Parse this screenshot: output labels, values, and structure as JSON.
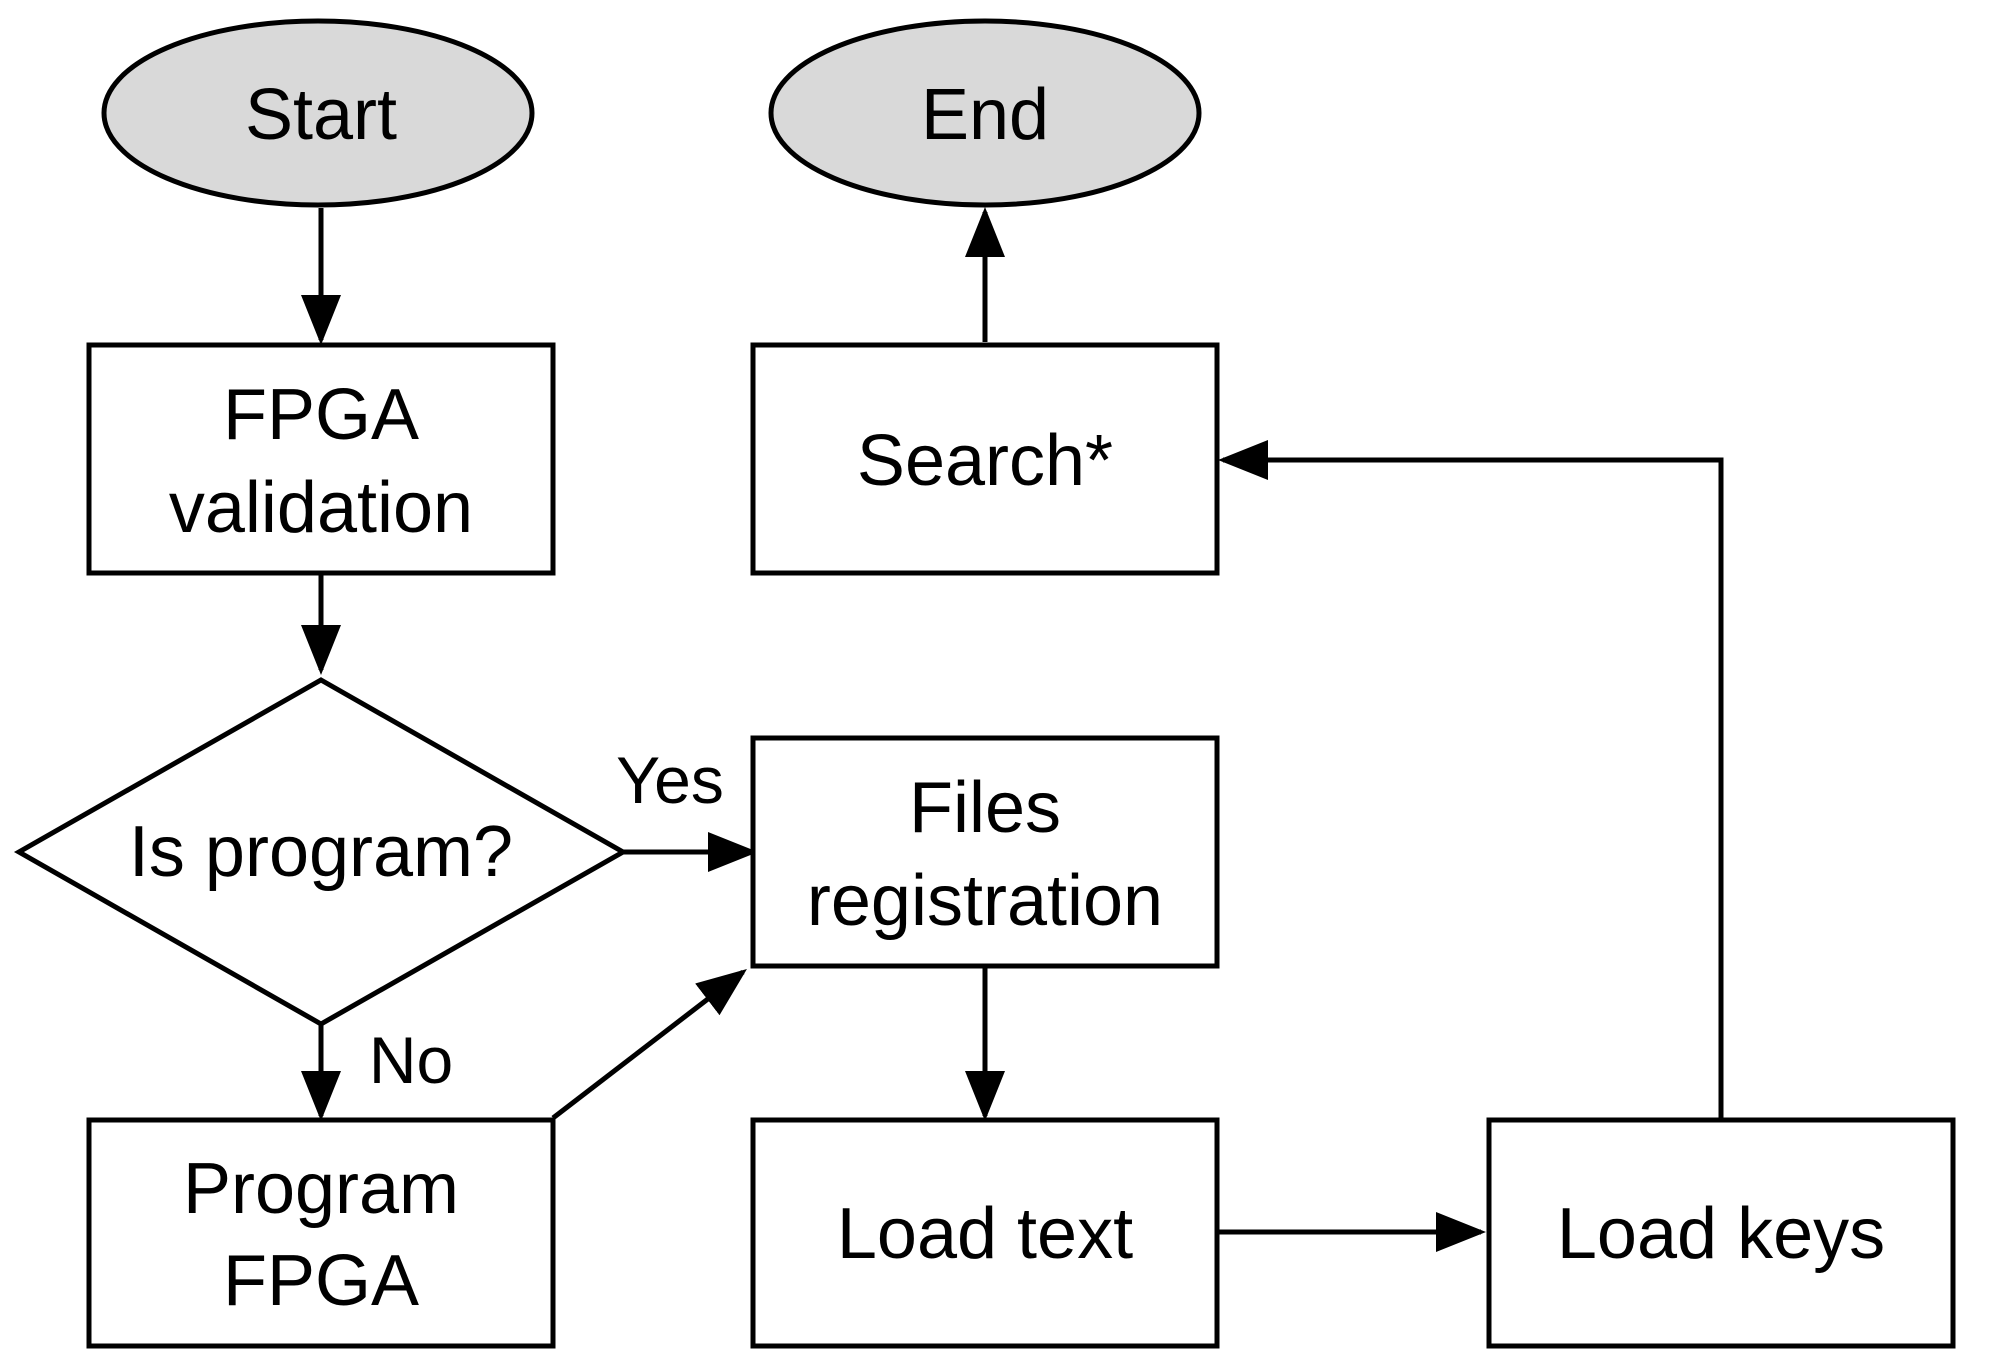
{
  "colors": {
    "terminal_fill": "#d9d9d9",
    "process_fill": "#ffffff",
    "stroke": "#000000"
  },
  "nodes": {
    "start": {
      "label": "Start"
    },
    "end": {
      "label": "End"
    },
    "fpga_validation": {
      "line1": "FPGA",
      "line2": "validation"
    },
    "decision": {
      "label": "Is program?"
    },
    "program_fpga": {
      "line1": "Program",
      "line2": "FPGA"
    },
    "files_registration": {
      "line1": "Files",
      "line2": "registration"
    },
    "load_text": {
      "label": "Load text"
    },
    "load_keys": {
      "label": "Load keys"
    },
    "search": {
      "label": "Search*"
    }
  },
  "edges": {
    "yes_label": "Yes",
    "no_label": "No"
  }
}
